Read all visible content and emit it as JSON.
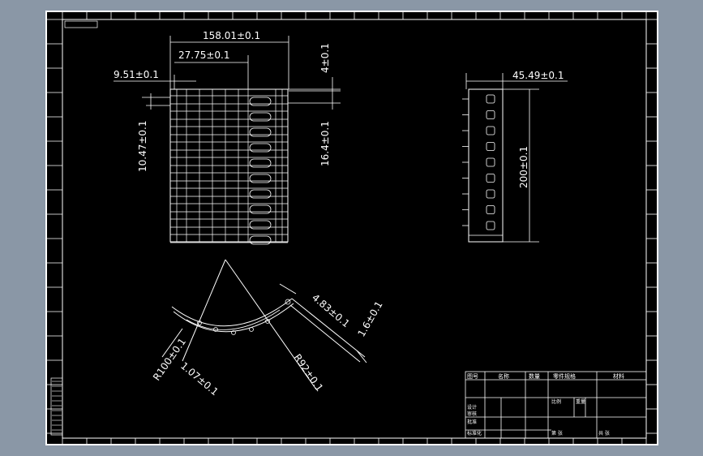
{
  "colors": {
    "background_gray": "#8a97a6",
    "canvas": "#000000",
    "line": "#ffffff",
    "accent_blue": "#6ea0ff"
  },
  "dimensions": {
    "top_width": "158.01±0.1",
    "top_offset": "27.75±0.1",
    "left_edge": "9.51±0.1",
    "top_thickness": "4±0.1",
    "left_height": "10.47±0.1",
    "pitch": "16.4±0.1",
    "side_width": "45.49±0.1",
    "side_height": "200±0.1",
    "arc_r_small": "R100±0.1",
    "arc_slot": "1.07±0.1",
    "arc_r_large": "R92±0.1",
    "arc_width": "4.83±0.1",
    "arc_thickness": "1.6±0.1"
  },
  "title_block": {
    "header": [
      "图号",
      "名称",
      "数量",
      "零件规格",
      "材料"
    ],
    "row_labels": [
      "设计",
      "审核",
      "批准",
      "标准化"
    ],
    "notes": [
      "比例",
      "重量",
      "第 张",
      "共 张"
    ]
  }
}
